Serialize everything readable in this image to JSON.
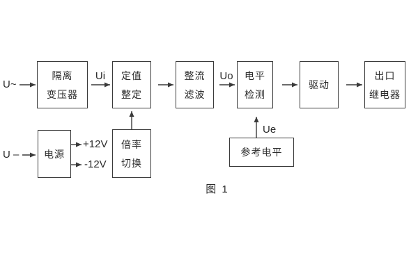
{
  "diagram": {
    "caption": "图 1",
    "blocks": [
      {
        "name": "isolation-transformer",
        "lines": [
          "隔离",
          "变压器"
        ]
      },
      {
        "name": "setting-adjustment",
        "lines": [
          "定值",
          "整定"
        ]
      },
      {
        "name": "rectify-filter",
        "lines": [
          "整流",
          "滤波"
        ]
      },
      {
        "name": "level-detection",
        "lines": [
          "电平",
          "检测"
        ]
      },
      {
        "name": "drive",
        "lines": [
          "驱动"
        ]
      },
      {
        "name": "output-relay",
        "lines": [
          "出口",
          "继电器"
        ]
      },
      {
        "name": "power-supply",
        "lines": [
          "电源"
        ]
      },
      {
        "name": "ratio-switch",
        "lines": [
          "倍率",
          "切换"
        ]
      },
      {
        "name": "reference-level",
        "lines": [
          "参考电平"
        ]
      }
    ],
    "labels": {
      "input_ac": "U~",
      "ui": "Ui",
      "uo": "Uo",
      "input_dc": "U –",
      "plus_12v": "+12V",
      "minus_12v": "-12V",
      "ue": "Ue"
    },
    "colors": {
      "line": "#3a3a3a",
      "background": "#ffffff",
      "text": "#2b2b2b"
    }
  }
}
